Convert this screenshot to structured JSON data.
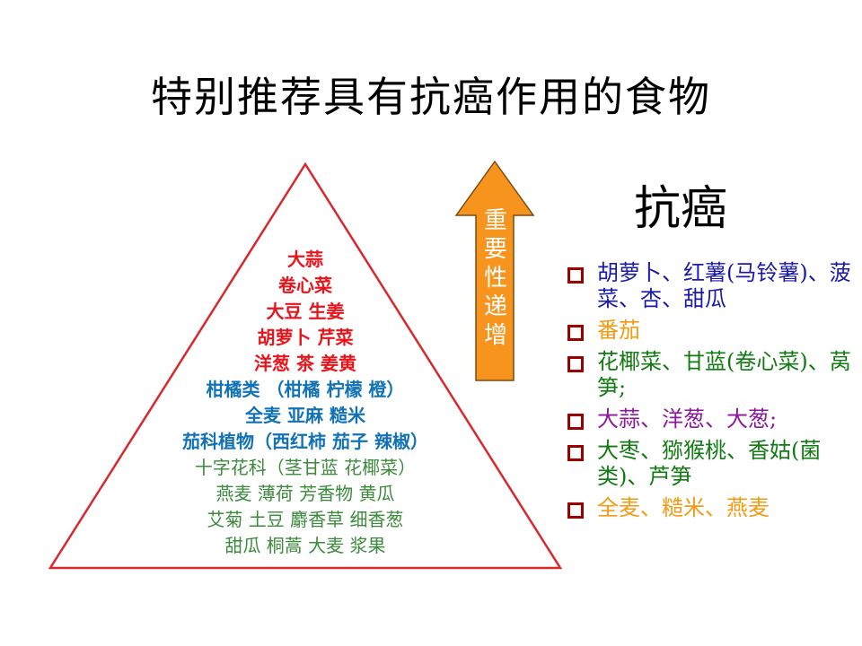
{
  "title": "特别推荐具有抗癌作用的食物",
  "pyramid": {
    "border_color": "#d8282d",
    "lines": [
      {
        "text": "大蒜",
        "color": "red"
      },
      {
        "text": "卷心菜",
        "color": "red"
      },
      {
        "text": "大豆  生姜",
        "color": "red"
      },
      {
        "text": "胡萝卜  芹菜",
        "color": "red"
      },
      {
        "text": "洋葱   茶   姜黄",
        "color": "red"
      },
      {
        "text": "柑橘类 （柑橘  柠檬  橙）",
        "color": "blue"
      },
      {
        "text": "全麦  亚麻  糙米",
        "color": "blue"
      },
      {
        "text": "茄科植物（西红柿  茄子  辣椒）",
        "color": "blue"
      },
      {
        "text": "十字花科（茎甘蓝  花椰菜）",
        "color": "green"
      },
      {
        "text": "燕麦  薄荷  芳香物  黄瓜",
        "color": "green"
      },
      {
        "text": "艾菊  土豆  麝香草  细香葱",
        "color": "green"
      },
      {
        "text": "甜瓜  桐蒿  大麦  浆果",
        "color": "green"
      }
    ]
  },
  "arrow": {
    "chars": [
      "重",
      "要",
      "性",
      "递",
      "增"
    ],
    "fill": "#f7941d"
  },
  "side_title": "抗癌",
  "list": [
    {
      "text": "胡萝卜、红薯(马铃薯)、菠菜、杏、甜瓜",
      "color": "#1a1aa6"
    },
    {
      "text": "番茄",
      "color": "#f29a12"
    },
    {
      "text": "花椰菜、甘蓝(卷心菜)、莴笋;",
      "color": "#117a11"
    },
    {
      "text": "大蒜、洋葱、大葱;",
      "color": "#8a1a9a"
    },
    {
      "text": "大枣、猕猴桃、香姑(菌类)、芦笋",
      "color": "#117a11"
    },
    {
      "text": "全麦、糙米、燕麦",
      "color": "#f29a12"
    }
  ]
}
